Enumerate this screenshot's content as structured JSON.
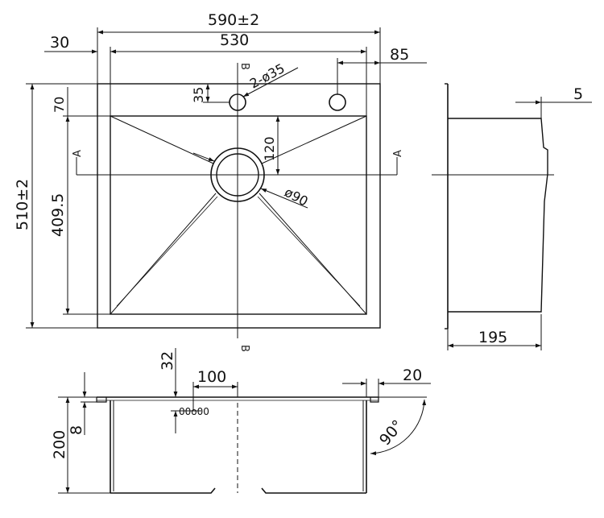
{
  "top_view": {
    "dims": {
      "overall_width": "590±2",
      "inner_width": "530",
      "left_margin": "30",
      "right_offset": "85",
      "overall_depth": "510±2",
      "inner_depth": "409.5",
      "top_margin": "70",
      "hole_offset": "35",
      "holes": "2-ø35",
      "drain_offset": "120",
      "drain_diameter": "ø90"
    },
    "section_labels": {
      "a_left": "A",
      "a_right": "A",
      "b_top": "B",
      "b_bottom": "B"
    }
  },
  "side_view": {
    "dims": {
      "rim": "5",
      "depth": "195"
    }
  },
  "front_view": {
    "dims": {
      "height": "200",
      "lip": "8",
      "overflow_height": "32",
      "overflow_width": "100",
      "rim_width": "20",
      "angle": "90°",
      "overflow_slot": "00o00"
    }
  },
  "colors": {
    "line": "#111111",
    "background": "#ffffff"
  }
}
